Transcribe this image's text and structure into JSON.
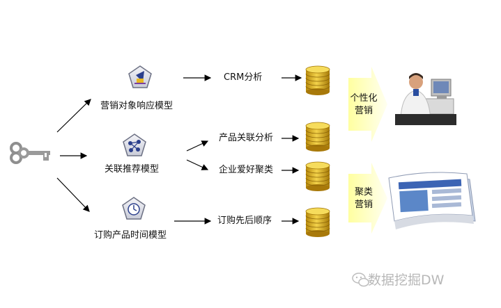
{
  "models": [
    {
      "label": "营销对象响应模型",
      "icon": "target-response-icon"
    },
    {
      "label": "关联推荐模型",
      "icon": "network-nodes-icon"
    },
    {
      "label": "订购产品时间模型",
      "icon": "clock-icon"
    }
  ],
  "results": [
    {
      "label": "CRM分析"
    },
    {
      "label": "产品关联分析"
    },
    {
      "label": "企业爱好聚类"
    },
    {
      "label": "订购先后顺序"
    }
  ],
  "outcomes": [
    {
      "line1": "个性化",
      "line2": "营销",
      "image": "call-center-agent-image"
    },
    {
      "line1": "聚类",
      "line2": "营销",
      "image": "magazine-pages-image"
    }
  ],
  "watermark": {
    "text": "数据挖掘DW",
    "icon": "wechat-icon"
  },
  "start_icon": "key-icon",
  "stack_icon": "coin-stack-icon",
  "colors": {
    "coin": "#e4b81a",
    "callout": "#ffffa8",
    "arrow": "#000000",
    "watermark": "#b8b8b8"
  }
}
